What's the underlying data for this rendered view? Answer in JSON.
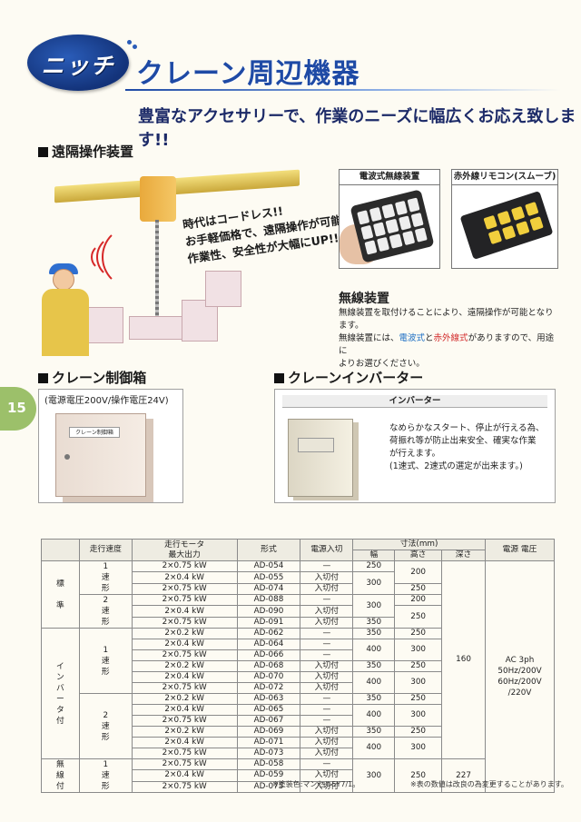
{
  "header": {
    "brand": "ニッチ",
    "title": "クレーン周辺機器",
    "subtitle": "豊富なアクセサリーで、作業のニーズに幅広くお応え致します!!"
  },
  "page_number": "15",
  "remote": {
    "heading": "遠隔操作装置",
    "speech_lines": [
      "時代はコードレス!!",
      "お手軽価格で、遠隔操作が可能",
      "作業性、安全性が大幅にUP!!"
    ],
    "photo_radio_caption": "電波式無線装置",
    "photo_ir_caption": "赤外線リモコン(スムーブ)",
    "wireless_title": "無線装置",
    "wireless_desc_1": "無線装置を取付けることにより、遠隔操作が可能となります。",
    "wireless_desc_2a": "無線装置には、",
    "wireless_desc_2b": "電波式",
    "wireless_desc_2c": "と",
    "wireless_desc_2d": "赤外線式",
    "wireless_desc_2e": "がありますので、用途に",
    "wireless_desc_3": "よりお選びください。"
  },
  "control_box": {
    "heading": "クレーン制御箱",
    "caption": "(電源電圧200V/操作電圧24V)",
    "cabinet_label": "クレーン制御箱"
  },
  "inverter": {
    "heading": "クレーンインバーター",
    "bar_label": "インバーター",
    "desc_1": "なめらかなスタート、停止が行える為、",
    "desc_2": "荷振れ等が防止出来安全、確実な作業",
    "desc_3": "が行えます。",
    "desc_4": "(1速式、2速式の選定が出来ます。)"
  },
  "table": {
    "headers": {
      "speed": "走行速度",
      "motor_1": "走行モータ",
      "motor_2": "最大出力",
      "model": "形式",
      "switch": "電源入切",
      "dims": "寸法(mm)",
      "width": "幅",
      "height": "高さ",
      "depth": "深さ",
      "power": "電源 電圧"
    },
    "groups": {
      "standard": [
        "標",
        "準"
      ],
      "inverter": [
        "イ",
        "ン",
        "バ",
        "ー",
        "タ",
        "付"
      ],
      "wireless": [
        "無",
        "線",
        "付"
      ]
    },
    "speeds": {
      "one": [
        "1",
        "速",
        "形"
      ],
      "two": [
        "2",
        "速",
        "形"
      ]
    },
    "rows": [
      {
        "motor": "2×0.75 kW",
        "model": "AD-054",
        "sw": "—"
      },
      {
        "motor": "2×0.4 kW",
        "model": "AD-055",
        "sw": "入切付"
      },
      {
        "motor": "2×0.75 kW",
        "model": "AD-074",
        "sw": "入切付"
      },
      {
        "motor": "2×0.75 kW",
        "model": "AD-088",
        "sw": "—"
      },
      {
        "motor": "2×0.4 kW",
        "model": "AD-090",
        "sw": "入切付"
      },
      {
        "motor": "2×0.75 kW",
        "model": "AD-091",
        "sw": "入切付"
      },
      {
        "motor": "2×0.2 kW",
        "model": "AD-062",
        "sw": "—"
      },
      {
        "motor": "2×0.4 kW",
        "model": "AD-064",
        "sw": "—"
      },
      {
        "motor": "2×0.75 kW",
        "model": "AD-066",
        "sw": "—"
      },
      {
        "motor": "2×0.2 kW",
        "model": "AD-068",
        "sw": "入切付"
      },
      {
        "motor": "2×0.4 kW",
        "model": "AD-070",
        "sw": "入切付"
      },
      {
        "motor": "2×0.75 kW",
        "model": "AD-072",
        "sw": "入切付"
      },
      {
        "motor": "2×0.2 kW",
        "model": "AD-063",
        "sw": "—"
      },
      {
        "motor": "2×0.4 kW",
        "model": "AD-065",
        "sw": "—"
      },
      {
        "motor": "2×0.75 kW",
        "model": "AD-067",
        "sw": "—"
      },
      {
        "motor": "2×0.2 kW",
        "model": "AD-069",
        "sw": "入切付"
      },
      {
        "motor": "2×0.4 kW",
        "model": "AD-071",
        "sw": "入切付"
      },
      {
        "motor": "2×0.75 kW",
        "model": "AD-073",
        "sw": "入切付"
      },
      {
        "motor": "2×0.75 kW",
        "model": "AD-058",
        "sw": "—"
      },
      {
        "motor": "2×0.4 kW",
        "model": "AD-059",
        "sw": "入切付"
      },
      {
        "motor": "2×0.75 kW",
        "model": "AD-075",
        "sw": "入切付"
      }
    ],
    "dims": {
      "w250": "250",
      "w300": "300",
      "w350": "350",
      "w400": "400",
      "h200": "200",
      "h250": "250",
      "h300": "300",
      "d160": "160",
      "d227": "227"
    },
    "power": [
      "AC 3ph",
      "50Hz/200V",
      "60Hz/200V",
      "/220V"
    ],
    "note_paint": "※塗装色:マンセル5Y7/1。",
    "note_spec": "※表の数値は改良の為変更することがあります。"
  }
}
